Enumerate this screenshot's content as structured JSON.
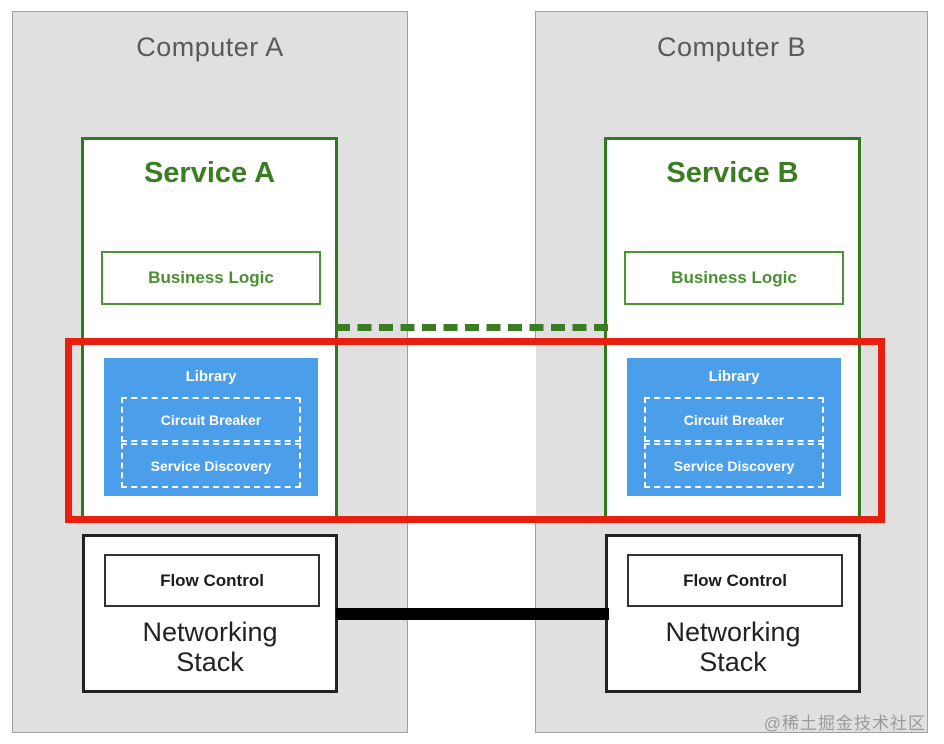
{
  "diagram": {
    "title_a": "Computer A",
    "title_b": "Computer B",
    "watermark": "@稀土掘金技术社区",
    "colors": {
      "panel_fill": "#e0e0e0",
      "panel_border": "#a0a0a0",
      "service_green": "#2d7a1f",
      "service_text_green": "#3a7d22",
      "business_logic_green": "#4a8f31",
      "library_blue": "#4a9eea",
      "library_text": "#ffffff",
      "netstack_black": "#222222",
      "highlight_red": "#e81f0e",
      "dashed_link_green": "#3a7d22",
      "black_link": "#000000",
      "panel_title_gray": "#5a5a5a",
      "watermark_gray": "#9a9a9a"
    }
  },
  "computer_a": {
    "title": "Computer A",
    "service": {
      "title": "Service A",
      "business_logic": "Business Logic",
      "library": {
        "title": "Library",
        "items": [
          "Circuit Breaker",
          "Service Discovery"
        ]
      }
    },
    "networking": {
      "flow_control": "Flow Control",
      "label_line1": "Networking",
      "label_line2": "Stack"
    }
  },
  "computer_b": {
    "title": "Computer B",
    "service": {
      "title": "Service B",
      "business_logic": "Business Logic",
      "library": {
        "title": "Library",
        "items": [
          "Circuit Breaker",
          "Service Discovery"
        ]
      }
    },
    "networking": {
      "flow_control": "Flow Control",
      "label_line1": "Networking",
      "label_line2": "Stack"
    }
  },
  "connectors": {
    "service_link_style": "dashed",
    "network_link_style": "solid"
  },
  "highlight": {
    "label": "library-layer-highlight"
  }
}
